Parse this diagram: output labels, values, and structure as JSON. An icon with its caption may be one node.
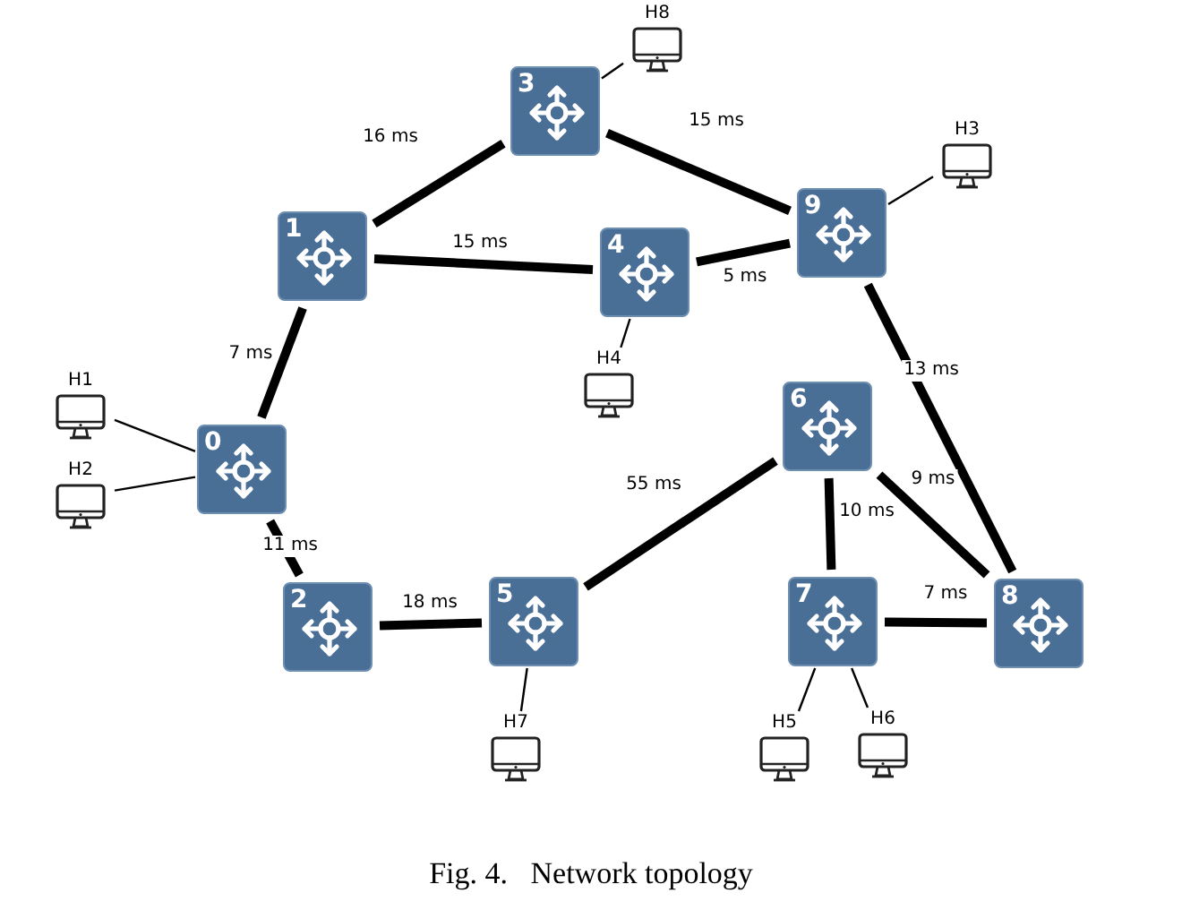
{
  "diagram": {
    "caption": "Fig. 4.   Network topology",
    "nodes": [
      {
        "text": [
          "0"
        ]
      },
      {
        "text": [
          "1"
        ]
      },
      {
        "text": [
          "2"
        ]
      },
      {
        "text": [
          "3"
        ]
      },
      {
        "text": [
          "4"
        ]
      },
      {
        "text": [
          "5"
        ]
      },
      {
        "text": [
          "6"
        ]
      },
      {
        "text": [
          "7"
        ]
      },
      {
        "text": [
          "8"
        ]
      },
      {
        "text": [
          "9"
        ]
      },
      {
        "text": [
          "H1"
        ]
      },
      {
        "text": [
          "H2"
        ]
      },
      {
        "text": [
          "H3"
        ]
      },
      {
        "text": [
          "H4"
        ]
      },
      {
        "text": [
          "H5"
        ]
      },
      {
        "text": [
          "H6"
        ]
      },
      {
        "text": [
          "H7"
        ]
      },
      {
        "text": [
          "H8"
        ]
      }
    ],
    "edges": [
      {
        "from": 0,
        "to": 1,
        "arrow": "none",
        "label": "7 ms"
      },
      {
        "from": 1,
        "to": 3,
        "arrow": "none",
        "label": "16 ms"
      },
      {
        "from": 1,
        "to": 4,
        "arrow": "none",
        "label": "15 ms"
      },
      {
        "from": 3,
        "to": 9,
        "arrow": "none",
        "label": "15 ms"
      },
      {
        "from": 4,
        "to": 9,
        "arrow": "none",
        "label": "5 ms"
      },
      {
        "from": 9,
        "to": 8,
        "arrow": "none",
        "label": "13 ms"
      },
      {
        "from": 0,
        "to": 2,
        "arrow": "none",
        "label": "11 ms"
      },
      {
        "from": 2,
        "to": 5,
        "arrow": "none",
        "label": "18 ms"
      },
      {
        "from": 5,
        "to": 6,
        "arrow": "none",
        "label": "55 ms"
      },
      {
        "from": 6,
        "to": 7,
        "arrow": "none",
        "label": "10 ms"
      },
      {
        "from": 6,
        "to": 8,
        "arrow": "none",
        "label": "9 ms"
      },
      {
        "from": 7,
        "to": 8,
        "arrow": "none",
        "label": "7 ms"
      },
      {
        "from": 10,
        "to": 0,
        "arrow": "none"
      },
      {
        "from": 11,
        "to": 0,
        "arrow": "none"
      },
      {
        "from": 17,
        "to": 3,
        "arrow": "none"
      },
      {
        "from": 12,
        "to": 9,
        "arrow": "none"
      },
      {
        "from": 13,
        "to": 4,
        "arrow": "none"
      },
      {
        "from": 16,
        "to": 5,
        "arrow": "none"
      },
      {
        "from": 14,
        "to": 7,
        "arrow": "none"
      },
      {
        "from": 15,
        "to": 7,
        "arrow": "none"
      }
    ]
  }
}
